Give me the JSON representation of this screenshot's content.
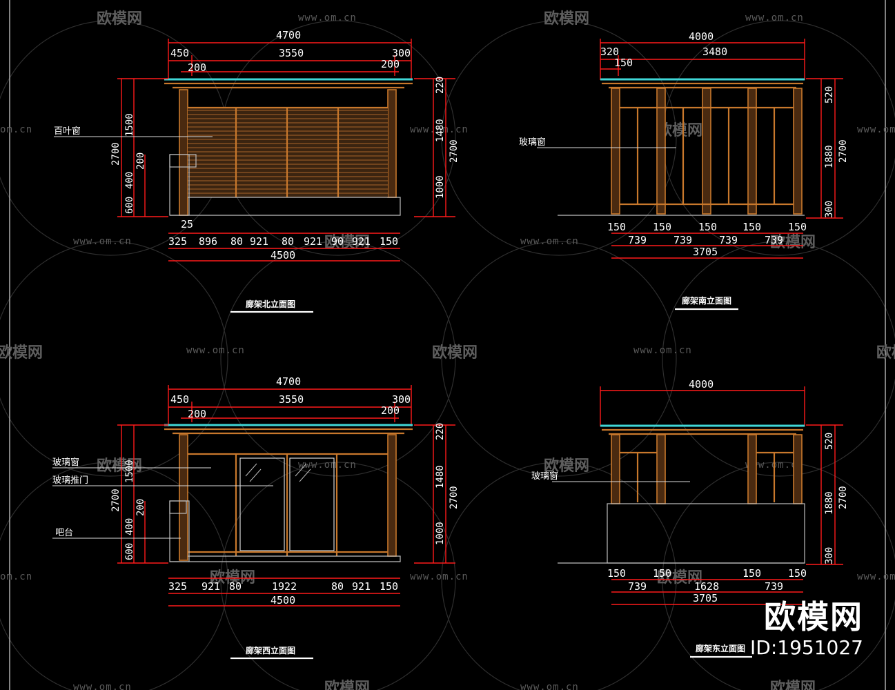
{
  "watermark": {
    "brand": "欧模网",
    "url": "www.om.cn",
    "url_short": "om.cn",
    "brand_partial": "模网"
  },
  "corner_brand": {
    "name": "欧模网",
    "id": "ID:1951027"
  },
  "views": {
    "v1": {
      "title": "廊架北立面图",
      "top_total": "4700",
      "top_left": "450",
      "top_mid": "3550",
      "top_right": "300",
      "top_left_inner": "200",
      "top_right_inner": "200",
      "left_h1": "1500",
      "left_total": "2700",
      "left_h2": "200",
      "left_h3": "400",
      "left_h4": "600",
      "right_h1": "220",
      "right_h2": "1480",
      "right_total": "2700",
      "right_h3": "1000",
      "bottom_small": "25",
      "bottom_row": [
        "325",
        "896",
        "80",
        "921",
        "80",
        "921",
        "90",
        "921",
        "150"
      ],
      "bottom_total": "4500",
      "label1": "百叶窗"
    },
    "v2": {
      "title": "廊架南立面图",
      "top_total": "4000",
      "top_left": "320",
      "top_mid": "3480",
      "top_left_inner": "150",
      "right_h1": "520",
      "right_h2": "1880",
      "right_total": "2700",
      "right_h3": "300",
      "bottom_posts": [
        "150",
        "150",
        "150",
        "150",
        "150"
      ],
      "bottom_spans": [
        "739",
        "739",
        "739",
        "739"
      ],
      "bottom_total": "3705",
      "label1": "玻璃窗"
    },
    "v3": {
      "title": "廊架西立面图",
      "top_total": "4700",
      "top_left": "450",
      "top_mid": "3550",
      "top_right": "300",
      "top_left_inner": "200",
      "top_right_inner": "200",
      "left_h1": "1500",
      "left_total": "2700",
      "left_h2": "200",
      "left_h3": "400",
      "left_h4": "600",
      "right_h1": "220",
      "right_h2": "1480",
      "right_total": "2700",
      "right_h3": "1000",
      "bottom_row": [
        "325",
        "921",
        "80",
        "1922",
        "80",
        "921",
        "150"
      ],
      "bottom_total": "4500",
      "label1": "玻璃窗",
      "label2": "玻璃推门",
      "label3": "吧台"
    },
    "v4": {
      "title": "廊架东立面图",
      "top_total": "4000",
      "right_h1": "520",
      "right_h2": "1880",
      "right_total": "2700",
      "right_h3": "300",
      "bottom_posts": [
        "150",
        "150",
        "150",
        "150"
      ],
      "bottom_spans": [
        "739",
        "1628",
        "739"
      ],
      "bottom_total": "3705",
      "label1": "玻璃窗"
    }
  }
}
